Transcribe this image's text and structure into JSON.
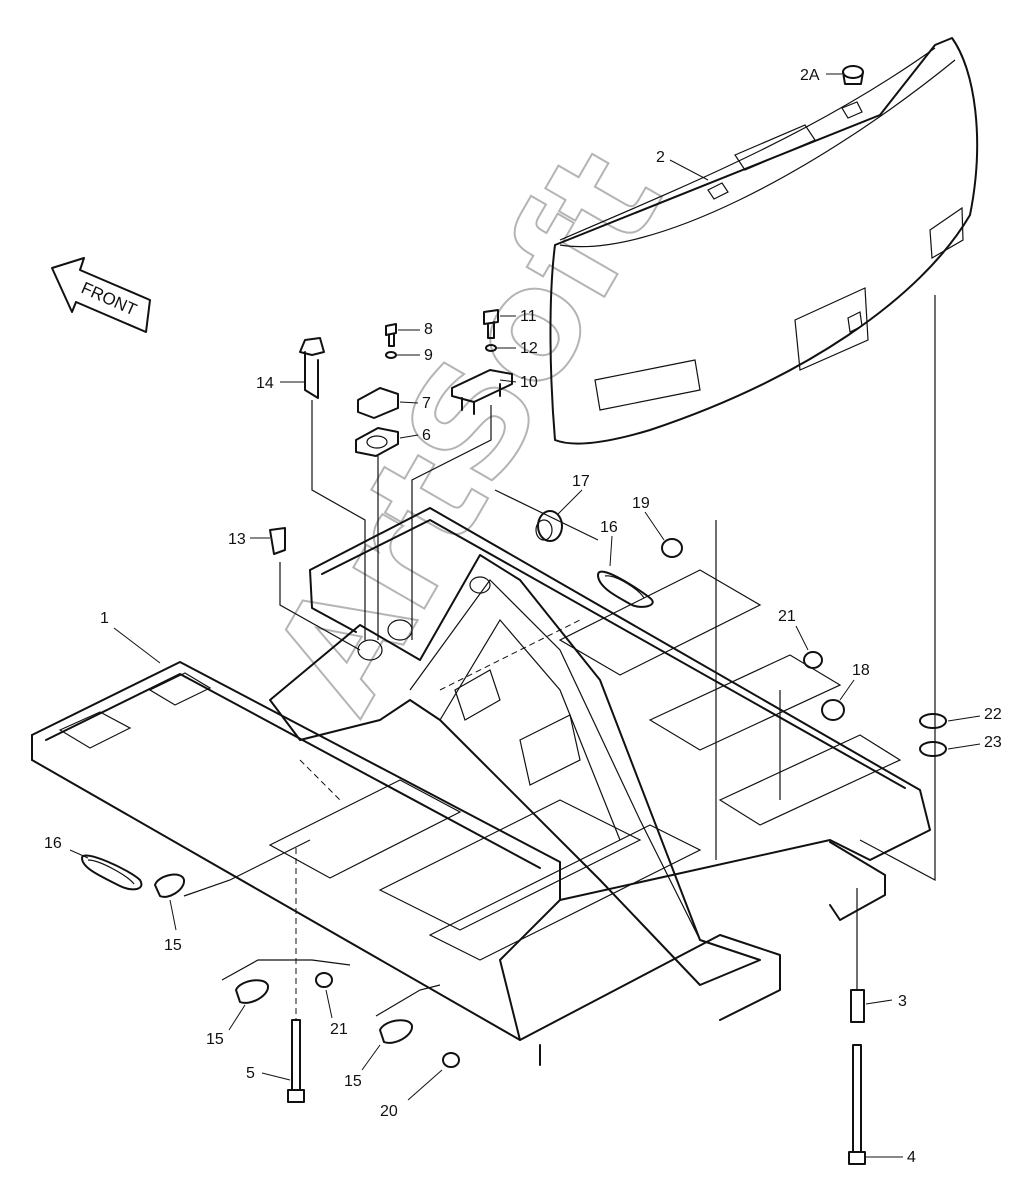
{
  "direction_label": "FRONT",
  "watermark": "ArtSoft",
  "callouts": {
    "c1": "1",
    "c2": "2",
    "c2a": "2A",
    "c3": "3",
    "c4": "4",
    "c5": "5",
    "c6": "6",
    "c7": "7",
    "c8": "8",
    "c9": "9",
    "c10": "10",
    "c11": "11",
    "c12": "12",
    "c13": "13",
    "c14": "14",
    "c15a": "15",
    "c15b": "15",
    "c15c": "15",
    "c16a": "16",
    "c16b": "16",
    "c17": "17",
    "c18": "18",
    "c19": "19",
    "c20": "20",
    "c21a": "21",
    "c21b": "21",
    "c22": "22",
    "c23": "23"
  }
}
